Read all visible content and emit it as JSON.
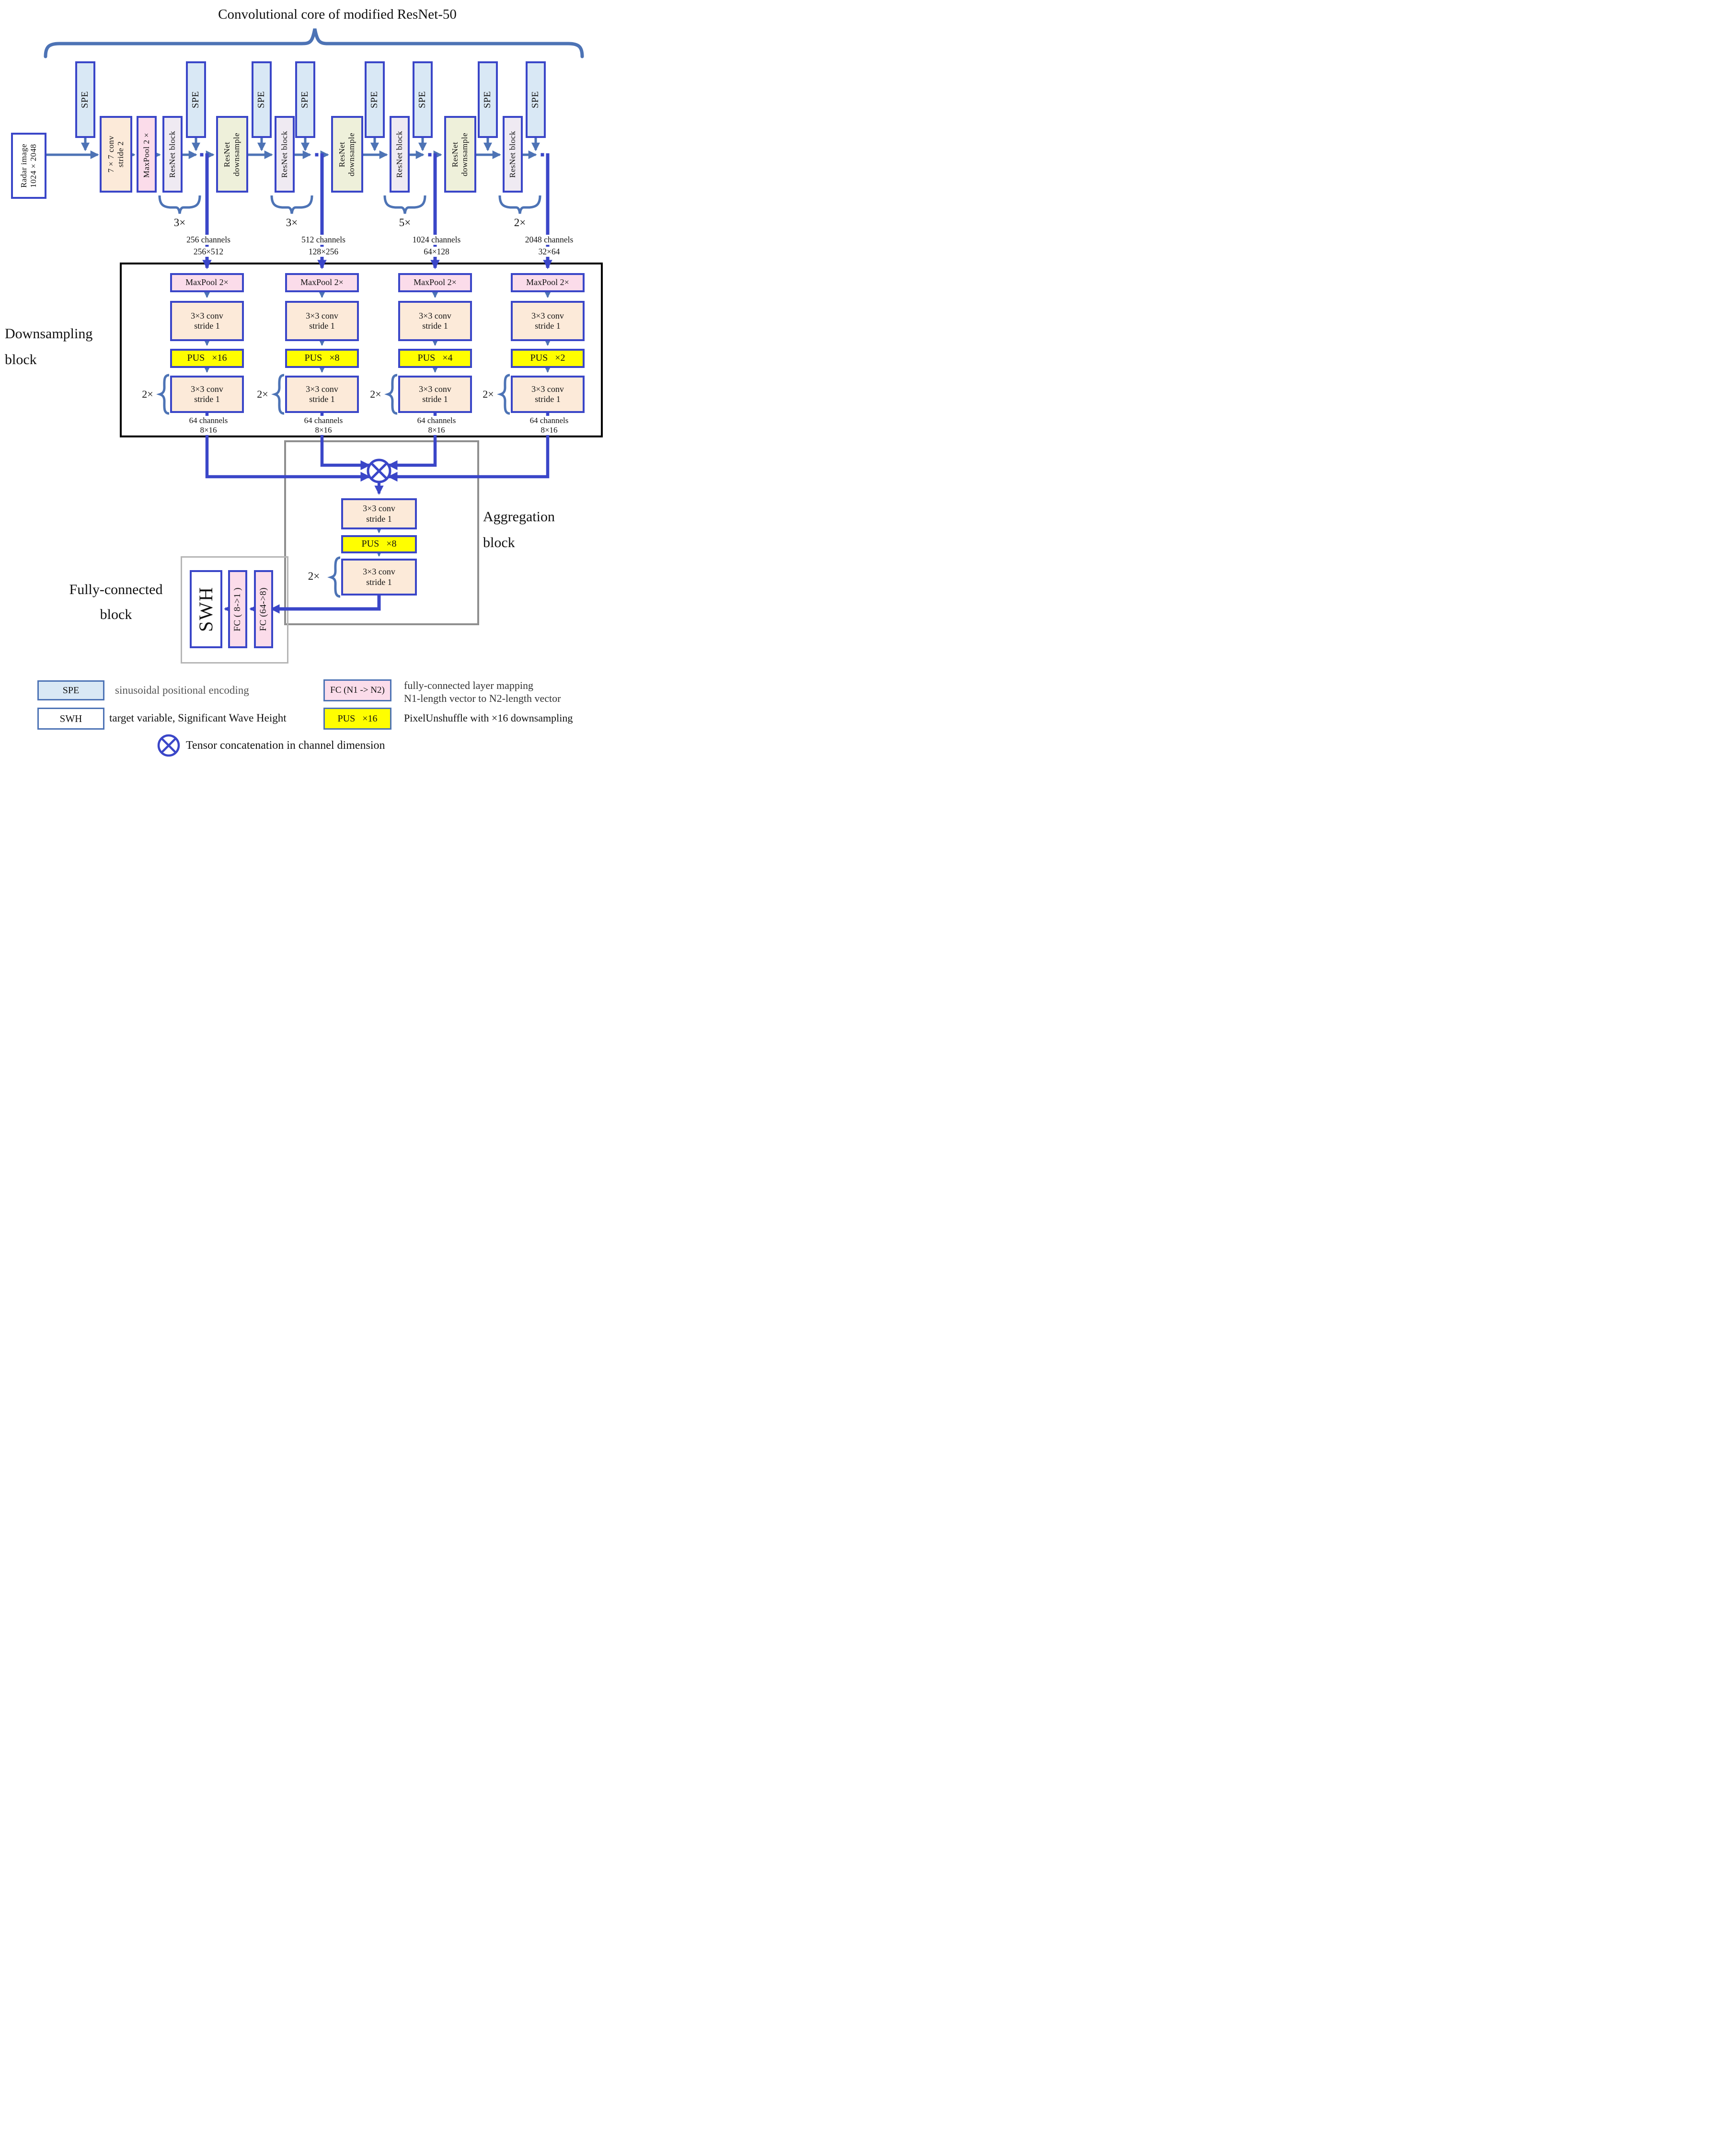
{
  "title": "Convolutional core of modified ResNet-50",
  "top": {
    "spe": "SPE",
    "input": {
      "l1": "Radar image",
      "l2": "1024×2048"
    },
    "conv7": {
      "l1": "7×7 conv",
      "l2": "stride 2"
    },
    "maxpool": "MaxPool 2×",
    "resnet_block": "ResNet block",
    "resnet_downsample": {
      "l1": "ResNet",
      "l2": "downsample"
    },
    "stages": [
      {
        "multiplier": "3×",
        "channels": "256 channels",
        "size": "256×512"
      },
      {
        "multiplier": "3×",
        "channels": "512 channels",
        "size": "128×256"
      },
      {
        "multiplier": "5×",
        "channels": "1024 channels",
        "size": "64×128"
      },
      {
        "multiplier": "2×",
        "channels": "2048 channels",
        "size": "32×64"
      }
    ]
  },
  "downsampling": {
    "label_l1": "Downsampling",
    "label_l2": "block",
    "maxpool": "MaxPool 2×",
    "conv_l1": "3×3 conv",
    "conv_l2": "stride 1",
    "repeat": "2×",
    "out_channels": "64 channels",
    "out_size": "8×16",
    "pus": [
      "PUS   ×16",
      "PUS   ×8",
      "PUS   ×4",
      "PUS   ×2"
    ]
  },
  "aggregation": {
    "label_l1": "Aggregation",
    "label_l2": "block",
    "conv_l1": "3×3 conv",
    "conv_l2": "stride 1",
    "pus": "PUS   ×8",
    "repeat": "2×"
  },
  "fc": {
    "label_l1": "Fully-connected",
    "label_l2": "block",
    "swh": "SWH",
    "fc_8_1": "FC ( 8->1 )",
    "fc_64_8": "FC (64->8)"
  },
  "legend": {
    "spe": {
      "box": "SPE",
      "desc": "sinusoidal positional encoding"
    },
    "swh": {
      "box": "SWH",
      "desc": "target variable, Significant Wave Height"
    },
    "fc": {
      "box": "FC (N1 -> N2)",
      "desc_l1": "fully-connected layer mapping",
      "desc_l2": "N1-length vector to N2-length vector"
    },
    "pus": {
      "box": "PUS   ×16",
      "desc": "PixelUnshuffle with ×16 downsampling"
    },
    "concat": {
      "desc": "Tensor concatenation in channel dimension"
    }
  }
}
